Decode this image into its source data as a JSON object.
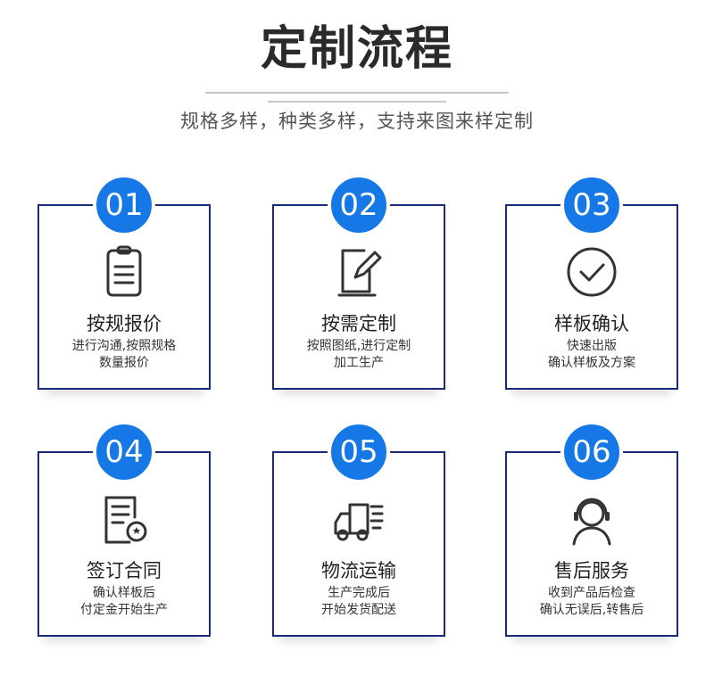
{
  "header": {
    "title": "定制流程",
    "subtitle": "规格多样，种类多样，支持来图来样定制"
  },
  "colors": {
    "accent": "#1677e6",
    "border": "#1a2a7a"
  },
  "steps": [
    {
      "num": "01",
      "title": "按规报价",
      "desc1": "进行沟通,按照规格",
      "desc2": "数量报价",
      "icon": "clipboard-icon"
    },
    {
      "num": "02",
      "title": "按需定制",
      "desc1": "按照图纸,进行定制",
      "desc2": "加工生产",
      "icon": "edit-document-icon"
    },
    {
      "num": "03",
      "title": "样板确认",
      "desc1": "快速出版",
      "desc2": "确认样板及方案",
      "icon": "check-circle-icon"
    },
    {
      "num": "04",
      "title": "签订合同",
      "desc1": "确认样板后",
      "desc2": "付定金开始生产",
      "icon": "contract-icon"
    },
    {
      "num": "05",
      "title": "物流运输",
      "desc1": "生产完成后",
      "desc2": "开始发货配送",
      "icon": "delivery-truck-icon"
    },
    {
      "num": "06",
      "title": "售后服务",
      "desc1": "收到产品后检查",
      "desc2": "确认无误后,转售后",
      "icon": "customer-service-icon"
    }
  ]
}
